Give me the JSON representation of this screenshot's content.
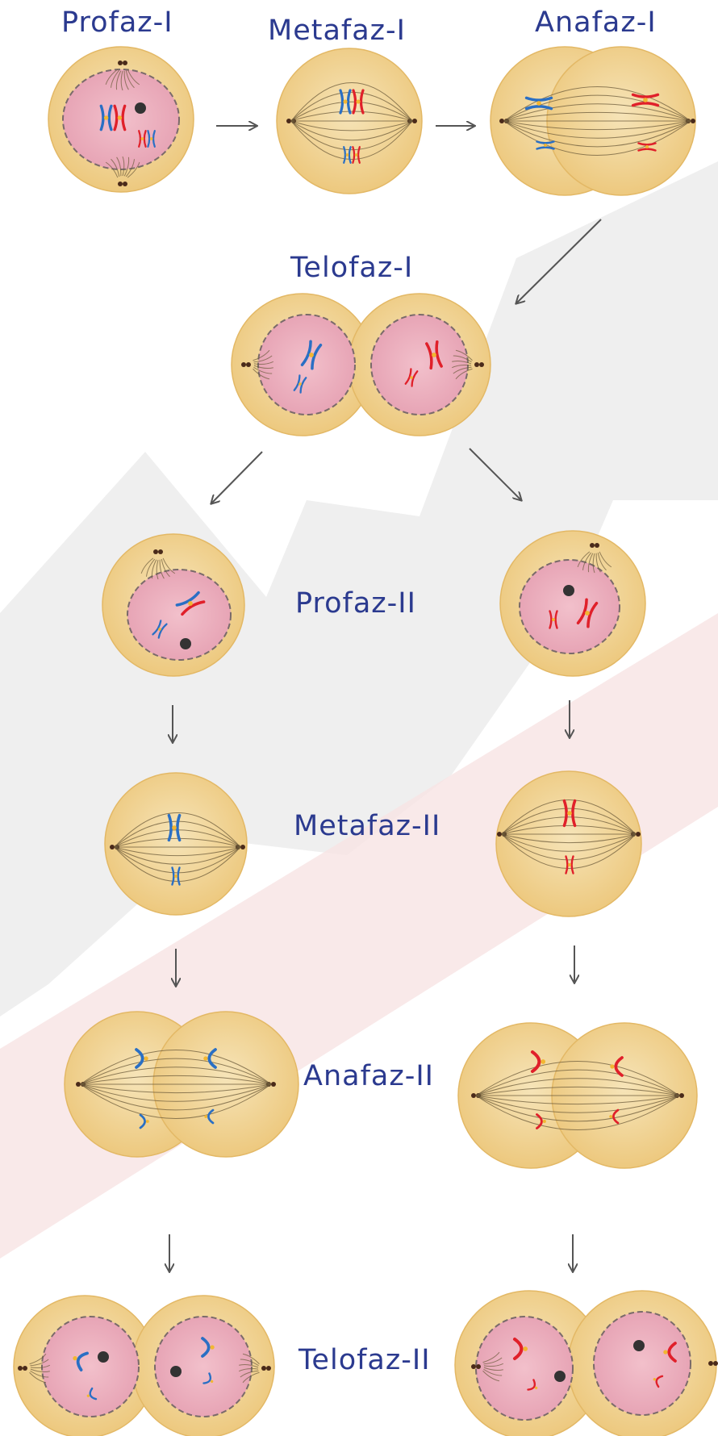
{
  "labels": {
    "prophase1": "Profaz-I",
    "metaphase1": "Metafaz-I",
    "anaphase1": "Anafaz-I",
    "telophase1": "Telofaz-I",
    "prophase2": "Profaz-II",
    "metaphase2": "Metafaz-II",
    "anaphase2": "Anafaz-II",
    "telophase2": "Telofaz-II"
  },
  "colors": {
    "label": "#2b3a8f",
    "cytoplasm": "#f3d59a",
    "cytoplasm_edge": "#e3b865",
    "nucleus": "#ecaebd",
    "nucleus_edge": "#7a6a6a",
    "chromosome_blue": "#2a6fc4",
    "chromosome_red": "#e0202a",
    "centromere": "#f2b632",
    "centriole": "#4a2a1a",
    "arrow": "#555555",
    "watermark_gray": "#e6e6e6",
    "watermark_red": "#f7e1e1"
  }
}
